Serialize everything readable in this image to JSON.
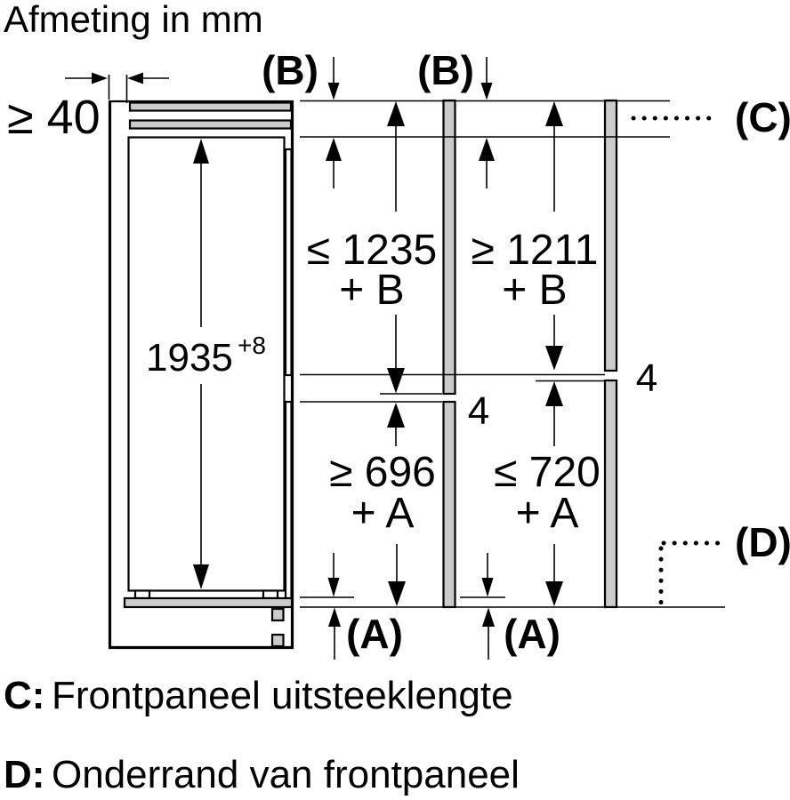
{
  "title": "Afmeting in mm",
  "colors": {
    "line": "#000000",
    "panel_fill": "#cbcbcb",
    "background": "#ffffff"
  },
  "dims": {
    "niche_side": "≥ 40",
    "niche_height": "1935",
    "niche_height_tol": "+8",
    "upper_panel_max_line1": "≤ 1235",
    "upper_panel_max_line2": "+ B",
    "upper_panel_min_line1": "≥ 1211",
    "upper_panel_min_line2": "+ B",
    "lower_panel_min_line1": "≥ 696",
    "lower_panel_min_line2": "+ A",
    "lower_panel_max_line1": "≤ 720",
    "lower_panel_max_line2": "+ A",
    "gap_left": "4",
    "gap_right": "4"
  },
  "labels": {
    "b_left": "(B)",
    "b_right": "(B)",
    "c": "(C)",
    "d": "(D)",
    "a_left": "(A)",
    "a_mid": "(A)"
  },
  "legend": {
    "c_key": "C:",
    "c_text": "Frontpaneel uitsteeklengte",
    "d_key": "D:",
    "d_text": "Onderrand van frontpaneel"
  }
}
